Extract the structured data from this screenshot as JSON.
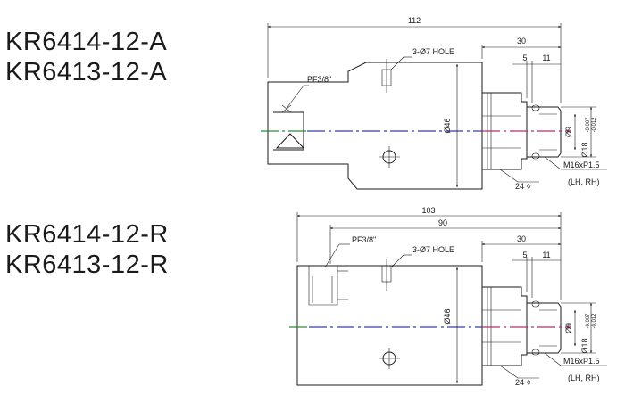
{
  "models_a": [
    "KR6414-12-A",
    "KR6413-12-A"
  ],
  "models_r": [
    "KR6414-12-R",
    "KR6413-12-R"
  ],
  "dims_a": {
    "overall": "112",
    "port": "PF3/8\"",
    "holes": "3-Ø7 HOLE",
    "d30": "30",
    "d5": "5",
    "d11": "11",
    "dia46": "Ø46",
    "dia9": "Ø9",
    "dia18": "Ø18",
    "tol_upper": "-0.007",
    "tol_lower": "-0.012",
    "thread": "M16xP1.5",
    "thread_dir": "(LH, RH)",
    "hex": "24"
  },
  "dims_r": {
    "overall": "103",
    "d90": "90",
    "port": "PF3/8\"",
    "holes": "3-Ø7 HOLE",
    "d30": "30",
    "d5": "5",
    "d11": "11",
    "dia46": "Ø46",
    "dia9": "Ø9",
    "dia18": "Ø18",
    "tol_upper": "-0.007",
    "tol_lower": "-0.012",
    "thread": "M16xP1.5",
    "thread_dir": "(LH, RH)",
    "hex": "24"
  },
  "colors": {
    "centerline_green": "#2e8b3a",
    "centerline_blue": "#3a3aa8",
    "centerline_magenta": "#b0306e"
  }
}
